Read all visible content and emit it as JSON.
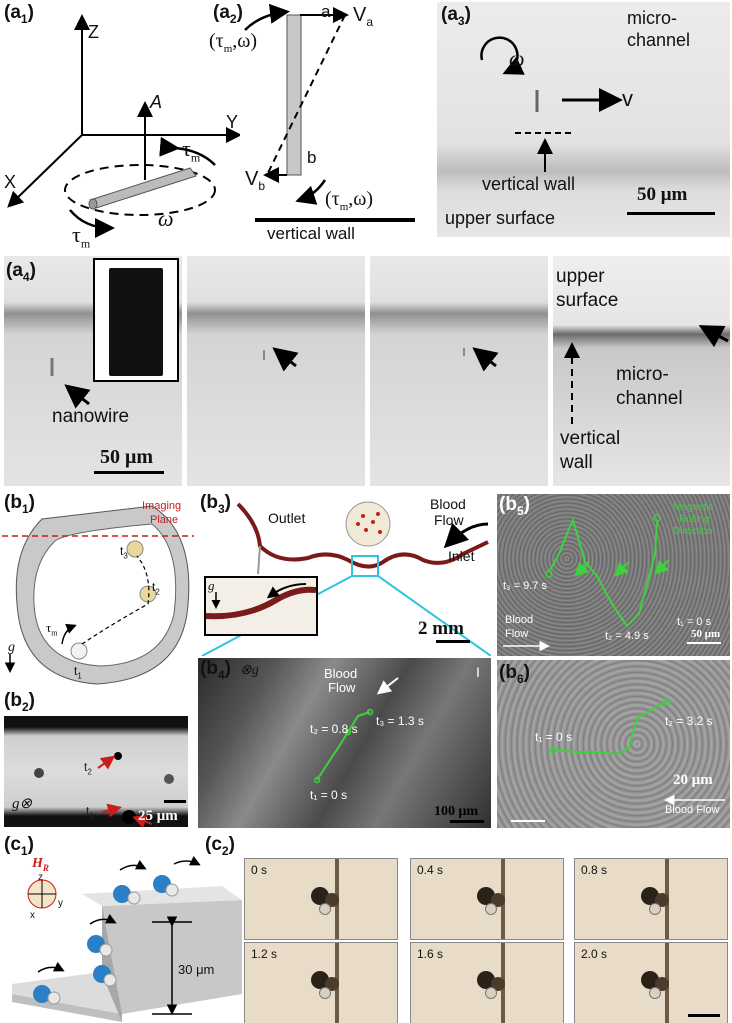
{
  "figure": {
    "a1": {
      "label_letter": "a",
      "label_sub": "1",
      "axes": {
        "z": "Z",
        "y": "Y",
        "x": "X"
      },
      "vec_a": "A",
      "tau": "τ",
      "tau_sub": "m",
      "omega": "ω"
    },
    "a2": {
      "label_letter": "a",
      "label_sub": "2",
      "point_a": "a",
      "point_b": "b",
      "va": "V",
      "va_sub": "a",
      "vb": "V",
      "vb_sub": "b",
      "pair_top": "(τ",
      "pair_top_sub": "m",
      "pair_top_end": ",ω)",
      "wall_label": "vertical wall"
    },
    "a3": {
      "label_letter": "a",
      "label_sub": "3",
      "microchannel_1": "micro-",
      "microchannel_2": "channel",
      "omega": "ω",
      "v": "v",
      "vertical_wall": "vertical wall",
      "upper_surface": "upper surface",
      "scale": "50 μm"
    },
    "a4": {
      "label_letter": "a",
      "label_sub": "4",
      "nanowire": "nanowire",
      "scale": "50 μm",
      "upper_1": "upper",
      "upper_2": "surface",
      "micro_1": "micro-",
      "micro_2": "channel",
      "wall_1": "vertical",
      "wall_2": "wall"
    },
    "b1": {
      "label_letter": "b",
      "label_sub": "1",
      "imaging_1": "Imaging",
      "imaging_2": "Plane",
      "t3": "t",
      "t3_sub": "3",
      "t2": "t",
      "t2_sub": "2",
      "t1": "t",
      "t1_sub": "1",
      "tau": "τ",
      "tau_sub": "m",
      "g": "g"
    },
    "b2": {
      "label_letter": "b",
      "label_sub": "2",
      "t2": "t",
      "t2_sub": "2",
      "t1": "t",
      "t1_sub": "1",
      "t3": "t",
      "t3_sub": "3",
      "g": "g⊗",
      "scale": "25 μm"
    },
    "b3": {
      "label_letter": "b",
      "label_sub": "3",
      "outlet": "Outlet",
      "blood_1": "Blood",
      "blood_2": "Flow",
      "inlet": "Inlet",
      "g": "g",
      "scale": "2 mm"
    },
    "b4": {
      "label_letter": "b",
      "label_sub": "4",
      "g": "⊗g",
      "blood_1": "Blood",
      "blood_2": "Flow",
      "t2": "t₂ = 0.8 s",
      "t3": "t₃ = 1.3 s",
      "t1": "t₁ = 0 s",
      "scale": "100 μm",
      "mark": "I"
    },
    "b5": {
      "label_letter": "b",
      "label_sub": "5",
      "legend_1": "Magnetic",
      "legend_2": "Rolling",
      "legend_3": "Direction",
      "t3": "t₃ = 9.7 s",
      "t2": "t₂ = 4.9 s",
      "t1": "t₁ = 0 s",
      "blood_1": "Blood",
      "blood_2": "Flow",
      "scale": "50 μm"
    },
    "b6": {
      "label_letter": "b",
      "label_sub": "6",
      "t1": "t₁ = 0 s",
      "t2": "t₂ = 3.2 s",
      "scale": "20 μm",
      "blood": "Blood Flow"
    },
    "c1": {
      "label_letter": "c",
      "label_sub": "1",
      "h": "H",
      "h_sub": "R",
      "axis_z": "z",
      "axis_y": "y",
      "axis_x": "x",
      "height": "30 μm"
    },
    "c2": {
      "label_letter": "c",
      "label_sub": "2",
      "frames": [
        "0 s",
        "0.4 s",
        "0.8 s",
        "1.2 s",
        "1.6 s",
        "2.0 s"
      ]
    },
    "colors": {
      "green_trace": "#3cd23c",
      "red_dashed": "#c81e1e",
      "red_arrow": "#c81e1e",
      "blood": "#7a1a1a"
    }
  }
}
